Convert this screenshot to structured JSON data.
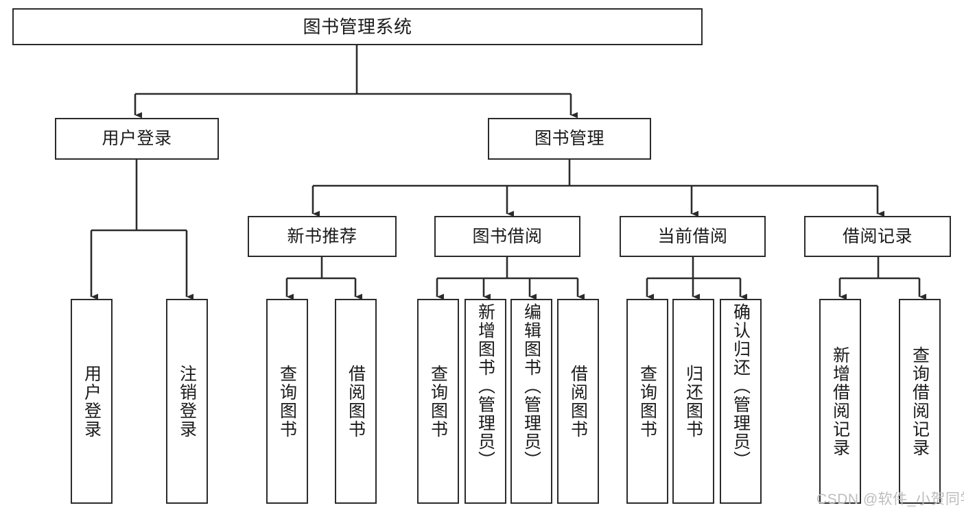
{
  "diagram": {
    "title": "图书管理系统",
    "type": "tree-hierarchy-chart",
    "line_color": "#2b2b2b",
    "box_fill": "#ffffff",
    "nodes": {
      "root": {
        "label": "图书管理系统"
      },
      "level2": [
        {
          "id": "user-login",
          "label": "用户登录"
        },
        {
          "id": "book-manage",
          "label": "图书管理"
        }
      ],
      "level3": [
        {
          "id": "new-book-recommend",
          "label": "新书推荐"
        },
        {
          "id": "book-borrow",
          "label": "图书借阅"
        },
        {
          "id": "current-borrow",
          "label": "当前借阅"
        },
        {
          "id": "borrow-record",
          "label": "借阅记录"
        }
      ],
      "leaves": {
        "user_login": [
          {
            "id": "leaf-user-login",
            "label": "用户登录"
          },
          {
            "id": "leaf-user-logout",
            "label": "注销登录"
          }
        ],
        "new_book_recommend": [
          {
            "id": "leaf-query-book-1",
            "label": "查询图书"
          },
          {
            "id": "leaf-borrow-book-1",
            "label": "借阅图书"
          }
        ],
        "book_borrow": [
          {
            "id": "leaf-query-book-2",
            "label": "查询图书"
          },
          {
            "id": "leaf-add-book",
            "label": "新增图书（管理员）"
          },
          {
            "id": "leaf-edit-book",
            "label": "编辑图书（管理员）"
          },
          {
            "id": "leaf-borrow-book-2",
            "label": "借阅图书"
          }
        ],
        "current_borrow": [
          {
            "id": "leaf-query-book-3",
            "label": "查询图书"
          },
          {
            "id": "leaf-return-book",
            "label": "归还图书"
          },
          {
            "id": "leaf-confirm-return",
            "label": "确认归还（管理员）"
          }
        ],
        "borrow_record": [
          {
            "id": "leaf-add-record",
            "label": "新增借阅记录"
          },
          {
            "id": "leaf-query-record",
            "label": "查询借阅记录"
          }
        ]
      }
    }
  },
  "watermark": {
    "text": "CSDN @软件_小贺同学"
  }
}
